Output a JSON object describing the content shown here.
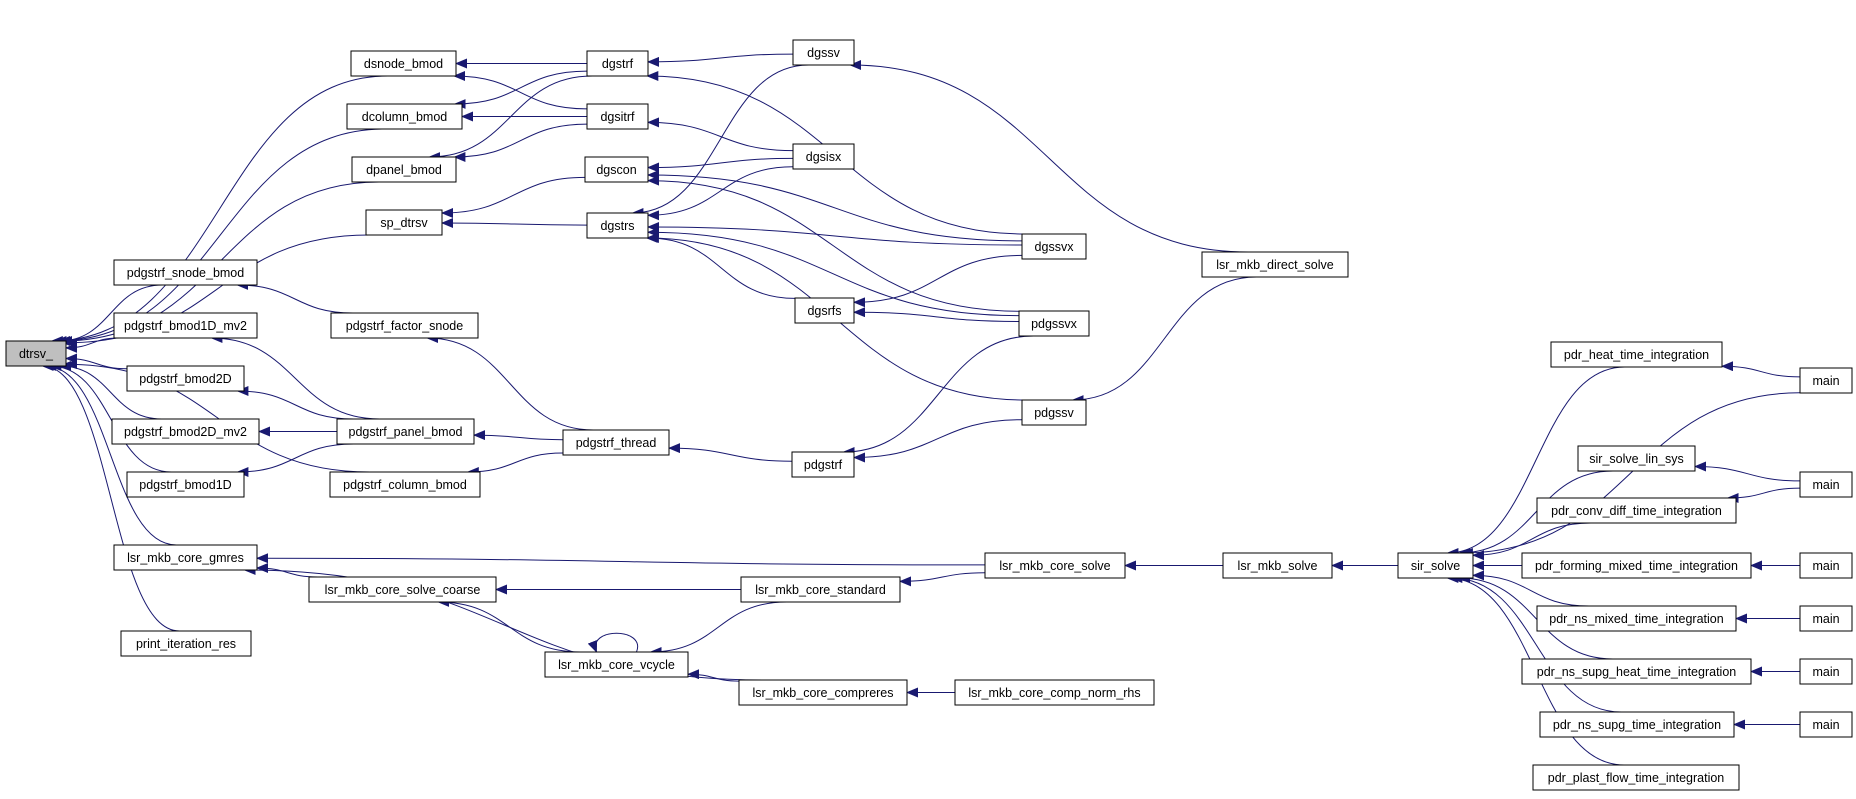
{
  "graph": {
    "title": "",
    "edge_color": "#191970",
    "root_fill": "#bfbfbf",
    "nodes": [
      {
        "id": "dtrsv",
        "label": "dtrsv_",
        "root": true
      },
      {
        "id": "dsnode_bmod",
        "label": "dsnode_bmod"
      },
      {
        "id": "dcolumn_bmod",
        "label": "dcolumn_bmod"
      },
      {
        "id": "dpanel_bmod",
        "label": "dpanel_bmod"
      },
      {
        "id": "sp_dtrsv",
        "label": "sp_dtrsv"
      },
      {
        "id": "pdgstrf_snode_bmod",
        "label": "pdgstrf_snode_bmod"
      },
      {
        "id": "pdgstrf_bmod1D_mv2",
        "label": "pdgstrf_bmod1D_mv2"
      },
      {
        "id": "pdgstrf_bmod2D",
        "label": "pdgstrf_bmod2D"
      },
      {
        "id": "pdgstrf_bmod2D_mv2",
        "label": "pdgstrf_bmod2D_mv2"
      },
      {
        "id": "pdgstrf_bmod1D",
        "label": "pdgstrf_bmod1D"
      },
      {
        "id": "lsr_mkb_core_gmres",
        "label": "lsr_mkb_core_gmres"
      },
      {
        "id": "print_iteration_res",
        "label": "print_iteration_res"
      },
      {
        "id": "dgstrf",
        "label": "dgstrf"
      },
      {
        "id": "dgsitrf",
        "label": "dgsitrf"
      },
      {
        "id": "dgscon",
        "label": "dgscon"
      },
      {
        "id": "dgstrs",
        "label": "dgstrs"
      },
      {
        "id": "pdgstrf_factor_snode",
        "label": "pdgstrf_factor_snode"
      },
      {
        "id": "pdgstrf_panel_bmod",
        "label": "pdgstrf_panel_bmod"
      },
      {
        "id": "pdgstrf_column_bmod",
        "label": "pdgstrf_column_bmod"
      },
      {
        "id": "pdgstrf_thread",
        "label": "pdgstrf_thread"
      },
      {
        "id": "lsr_mkb_core_solve_coarse",
        "label": "lsr_mkb_core_solve_coarse"
      },
      {
        "id": "lsr_mkb_core_vcycle",
        "label": "lsr_mkb_core_vcycle"
      },
      {
        "id": "dgssv",
        "label": "dgssv"
      },
      {
        "id": "dgsisx",
        "label": "dgsisx"
      },
      {
        "id": "dgsrfs",
        "label": "dgsrfs"
      },
      {
        "id": "pdgstrf",
        "label": "pdgstrf"
      },
      {
        "id": "lsr_mkb_core_standard",
        "label": "lsr_mkb_core_standard"
      },
      {
        "id": "lsr_mkb_core_compreres",
        "label": "lsr_mkb_core_compreres"
      },
      {
        "id": "lsr_mkb_core_comp_norm_rhs",
        "label": "lsr_mkb_core_comp_norm_rhs"
      },
      {
        "id": "dgssvx",
        "label": "dgssvx"
      },
      {
        "id": "pdgssvx",
        "label": "pdgssvx"
      },
      {
        "id": "pdgssv",
        "label": "pdgssv"
      },
      {
        "id": "lsr_mkb_core_solve",
        "label": "lsr_mkb_core_solve"
      },
      {
        "id": "lsr_mkb_direct_solve",
        "label": "lsr_mkb_direct_solve"
      },
      {
        "id": "lsr_mkb_solve",
        "label": "lsr_mkb_solve"
      },
      {
        "id": "sir_solve",
        "label": "sir_solve"
      },
      {
        "id": "pdr_heat_time_integration",
        "label": "pdr_heat_time_integration"
      },
      {
        "id": "sir_solve_lin_sys",
        "label": "sir_solve_lin_sys"
      },
      {
        "id": "pdr_conv_diff_time_integration",
        "label": "pdr_conv_diff_time_integration"
      },
      {
        "id": "pdr_forming_mixed_time_integration",
        "label": "pdr_forming_mixed_time_integration"
      },
      {
        "id": "pdr_ns_mixed_time_integration",
        "label": "pdr_ns_mixed_time_integration"
      },
      {
        "id": "pdr_ns_supg_heat_time_integration",
        "label": "pdr_ns_supg_heat_time_integration"
      },
      {
        "id": "pdr_ns_supg_time_integration",
        "label": "pdr_ns_supg_time_integration"
      },
      {
        "id": "pdr_plast_flow_time_integration",
        "label": "pdr_plast_flow_time_integration"
      },
      {
        "id": "main_1",
        "label": "main"
      },
      {
        "id": "main_2",
        "label": "main"
      },
      {
        "id": "main_3",
        "label": "main"
      },
      {
        "id": "main_4",
        "label": "main"
      },
      {
        "id": "main_5",
        "label": "main"
      },
      {
        "id": "main_6",
        "label": "main"
      }
    ],
    "edges": [
      [
        "dsnode_bmod",
        "dtrsv"
      ],
      [
        "dcolumn_bmod",
        "dtrsv"
      ],
      [
        "dpanel_bmod",
        "dtrsv"
      ],
      [
        "sp_dtrsv",
        "dtrsv"
      ],
      [
        "pdgstrf_snode_bmod",
        "dtrsv"
      ],
      [
        "pdgstrf_bmod1D_mv2",
        "dtrsv"
      ],
      [
        "pdgstrf_bmod2D",
        "dtrsv"
      ],
      [
        "pdgstrf_bmod2D_mv2",
        "dtrsv"
      ],
      [
        "pdgstrf_bmod1D",
        "dtrsv"
      ],
      [
        "pdgstrf_column_bmod",
        "dtrsv"
      ],
      [
        "lsr_mkb_core_gmres",
        "dtrsv"
      ],
      [
        "print_iteration_res",
        "dtrsv"
      ],
      [
        "dgstrf",
        "dsnode_bmod"
      ],
      [
        "dgsitrf",
        "dsnode_bmod"
      ],
      [
        "dgstrf",
        "dcolumn_bmod"
      ],
      [
        "dgsitrf",
        "dcolumn_bmod"
      ],
      [
        "dgstrf",
        "dpanel_bmod"
      ],
      [
        "dgsitrf",
        "dpanel_bmod"
      ],
      [
        "dgscon",
        "sp_dtrsv"
      ],
      [
        "dgstrs",
        "sp_dtrsv"
      ],
      [
        "dgssv",
        "dgstrf"
      ],
      [
        "dgssvx",
        "dgstrf"
      ],
      [
        "dgsisx",
        "dgsitrf"
      ],
      [
        "dgsisx",
        "dgscon"
      ],
      [
        "dgssvx",
        "dgscon"
      ],
      [
        "pdgssvx",
        "dgscon"
      ],
      [
        "dgssv",
        "dgstrs"
      ],
      [
        "dgsisx",
        "dgstrs"
      ],
      [
        "dgssvx",
        "dgstrs"
      ],
      [
        "dgsrfs",
        "dgstrs"
      ],
      [
        "pdgssvx",
        "dgstrs"
      ],
      [
        "pdgssv",
        "dgstrs"
      ],
      [
        "dgssvx",
        "dgsrfs"
      ],
      [
        "pdgssvx",
        "dgsrfs"
      ],
      [
        "lsr_mkb_direct_solve",
        "dgssv"
      ],
      [
        "pdgstrf_factor_snode",
        "pdgstrf_snode_bmod"
      ],
      [
        "pdgstrf_panel_bmod",
        "pdgstrf_bmod1D_mv2"
      ],
      [
        "pdgstrf_panel_bmod",
        "pdgstrf_bmod2D"
      ],
      [
        "pdgstrf_panel_bmod",
        "pdgstrf_bmod2D_mv2"
      ],
      [
        "pdgstrf_panel_bmod",
        "pdgstrf_bmod1D"
      ],
      [
        "pdgstrf_thread",
        "pdgstrf_factor_snode"
      ],
      [
        "pdgstrf_thread",
        "pdgstrf_panel_bmod"
      ],
      [
        "pdgstrf_thread",
        "pdgstrf_column_bmod"
      ],
      [
        "pdgstrf",
        "pdgstrf_thread"
      ],
      [
        "pdgssvx",
        "pdgstrf"
      ],
      [
        "pdgssv",
        "pdgstrf"
      ],
      [
        "lsr_mkb_direct_solve",
        "pdgssv"
      ],
      [
        "lsr_mkb_core_solve_coarse",
        "lsr_mkb_core_gmres"
      ],
      [
        "lsr_mkb_core_solve",
        "lsr_mkb_core_gmres"
      ],
      [
        "lsr_mkb_core_compreres",
        "lsr_mkb_core_gmres"
      ],
      [
        "lsr_mkb_core_standard",
        "lsr_mkb_core_solve_coarse"
      ],
      [
        "lsr_mkb_core_vcycle",
        "lsr_mkb_core_solve_coarse"
      ],
      [
        "lsr_mkb_core_vcycle",
        "lsr_mkb_core_vcycle"
      ],
      [
        "lsr_mkb_core_standard",
        "lsr_mkb_core_vcycle"
      ],
      [
        "lsr_mkb_core_compreres",
        "lsr_mkb_core_vcycle"
      ],
      [
        "lsr_mkb_core_comp_norm_rhs",
        "lsr_mkb_core_compreres"
      ],
      [
        "lsr_mkb_core_solve",
        "lsr_mkb_core_standard"
      ],
      [
        "lsr_mkb_solve",
        "lsr_mkb_core_solve"
      ],
      [
        "sir_solve",
        "lsr_mkb_solve"
      ],
      [
        "pdr_heat_time_integration",
        "sir_solve"
      ],
      [
        "main_1",
        "sir_solve"
      ],
      [
        "sir_solve_lin_sys",
        "sir_solve"
      ],
      [
        "pdr_conv_diff_time_integration",
        "sir_solve"
      ],
      [
        "pdr_forming_mixed_time_integration",
        "sir_solve"
      ],
      [
        "pdr_ns_mixed_time_integration",
        "sir_solve"
      ],
      [
        "pdr_ns_supg_heat_time_integration",
        "sir_solve"
      ],
      [
        "pdr_ns_supg_time_integration",
        "sir_solve"
      ],
      [
        "pdr_plast_flow_time_integration",
        "sir_solve"
      ],
      [
        "main_1",
        "pdr_heat_time_integration"
      ],
      [
        "main_2",
        "sir_solve_lin_sys"
      ],
      [
        "main_2",
        "pdr_conv_diff_time_integration"
      ],
      [
        "main_3",
        "pdr_forming_mixed_time_integration"
      ],
      [
        "main_4",
        "pdr_ns_mixed_time_integration"
      ],
      [
        "main_5",
        "pdr_ns_supg_heat_time_integration"
      ],
      [
        "main_6",
        "pdr_ns_supg_time_integration"
      ]
    ]
  }
}
